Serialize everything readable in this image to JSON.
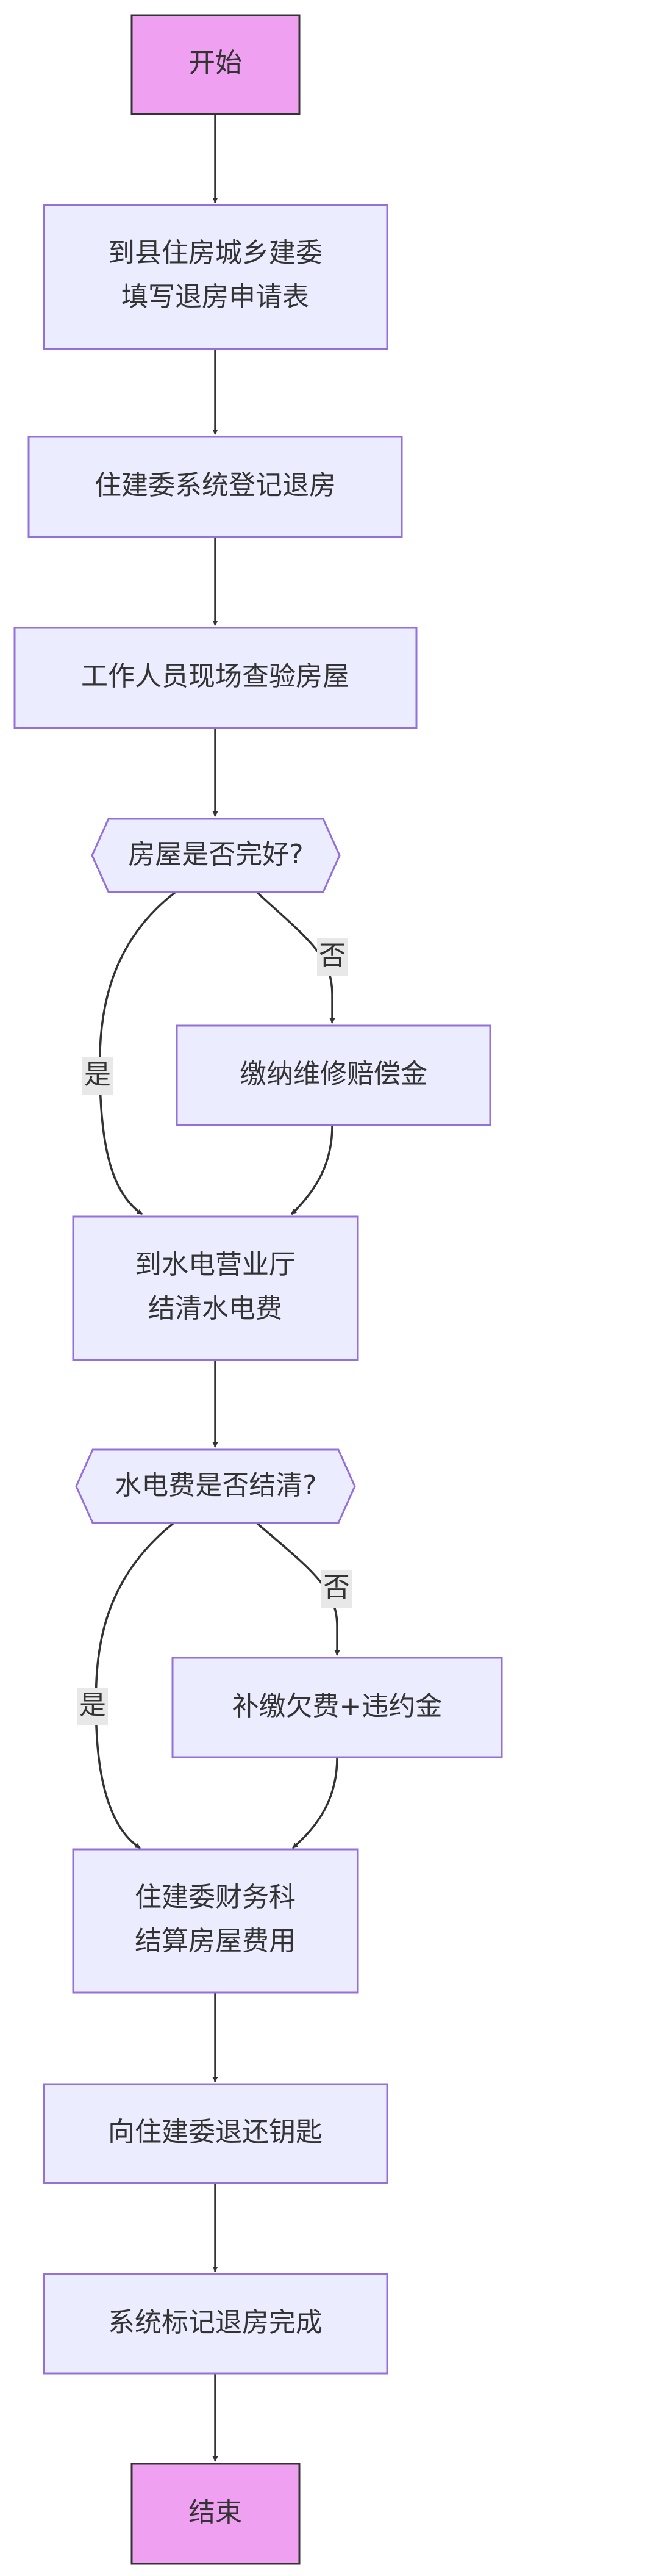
{
  "nodes": {
    "start": "开始",
    "step1_line1": "到县住房城乡建委",
    "step1_line2": "填写退房申请表",
    "step2": "住建委系统登记退房",
    "step3": "工作人员现场查验房屋",
    "decision1": "房屋是否完好?",
    "repair": "缴纳维修赔偿金",
    "step4_line1": "到水电营业厅",
    "step4_line2": "结清水电费",
    "decision2": "水电费是否结清?",
    "backpay": "补缴欠费+违约金",
    "step5_line1": "住建委财务科",
    "step5_line2": "结算房屋费用",
    "step6": "向住建委退还钥匙",
    "step7": "系统标记退房完成",
    "end": "结束"
  },
  "edges": {
    "d1_yes": "是",
    "d1_no": "否",
    "d2_yes": "是",
    "d2_no": "否"
  },
  "colors": {
    "process_fill": "#ECECFF",
    "process_stroke": "#9370DB",
    "terminal_fill": "#F0A0F0",
    "line": "#333333"
  }
}
